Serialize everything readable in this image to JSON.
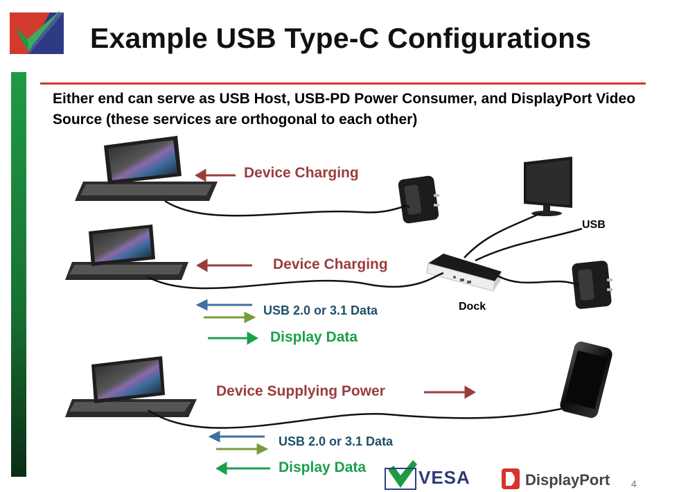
{
  "header": {
    "title": "Example USB Type-C Configurations",
    "subtitle": "Either end can serve as USB Host, USB-PD Power Consumer, and DisplayPort Video Source (these services are orthogonal to each other)"
  },
  "scenario1": {
    "charging_label": "Device Charging"
  },
  "scenario2": {
    "charging_label": "Device Charging",
    "usb_label": "USB 2.0 or 3.1 Data",
    "display_label": "Display Data",
    "dock_label": "Dock",
    "usb_port_label": "USB"
  },
  "scenario3": {
    "power_label": "Device Supplying Power",
    "usb_label": "USB 2.0 or 3.1 Data",
    "display_label": "Display Data"
  },
  "footer": {
    "vesa_logo_text": "VESA",
    "displayport_logo_text": "DisplayPort",
    "page_number": "4"
  },
  "colors": {
    "charging_arrow": "#9b3c3c",
    "usb_arrow_blue": "#3f6fa3",
    "usb_arrow_olive": "#7a9a3c",
    "display_arrow": "#1aa04a",
    "title_rule": "#d7342b",
    "side_bar": "#1b8a3c"
  }
}
